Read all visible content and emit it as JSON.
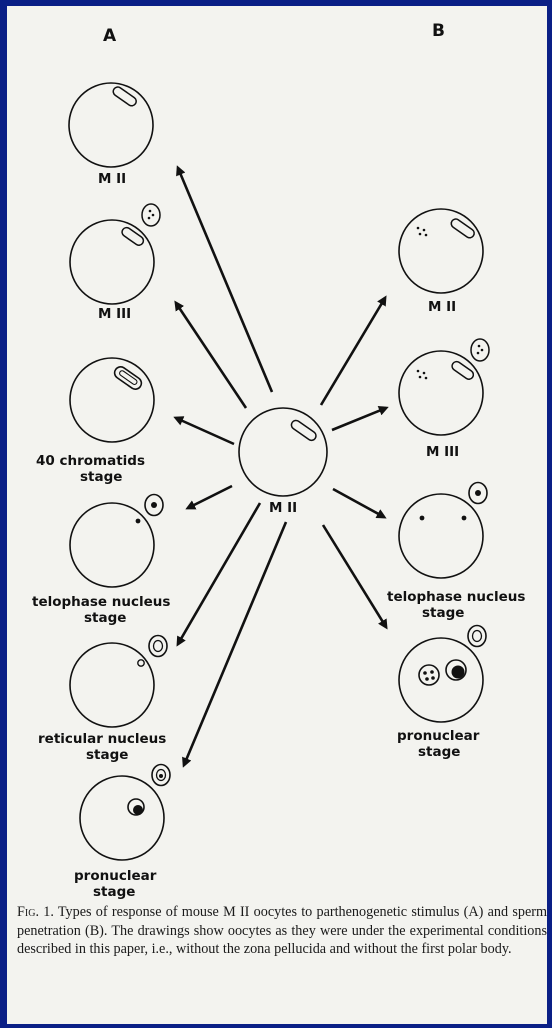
{
  "columns": {
    "a": "A",
    "b": "B"
  },
  "center": {
    "label": "M II"
  },
  "column_a": [
    {
      "label": "M II"
    },
    {
      "label": "M III"
    },
    {
      "label": "40 chromatids",
      "label2": "stage"
    },
    {
      "label": "telophase nucleus",
      "label2": "stage"
    },
    {
      "label": "reticular nucleus",
      "label2": "stage"
    },
    {
      "label": "pronuclear",
      "label2": "stage"
    }
  ],
  "column_b": [
    {
      "label": "M II"
    },
    {
      "label": "M III"
    },
    {
      "label": "telophase nucleus",
      "label2": "stage"
    },
    {
      "label": "pronuclear",
      "label2": "stage"
    }
  ],
  "caption": {
    "figure": "Fig. 1.",
    "text": "Types of response of mouse M II oocytes to parthenogenetic stimulus (A) and sperm penetration (B). The drawings show oocytes as they were under the experimental conditions described in this paper, i.e., without the zona pellucida and without the first polar body."
  }
}
